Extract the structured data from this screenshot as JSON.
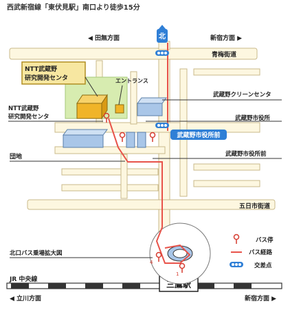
{
  "header": {
    "route_text": "西武新宿線「東伏見駅」南口より徒歩15分"
  },
  "directions": {
    "top_left": "◀ 田無方面",
    "top_right": "新宿方面 ▶",
    "bottom_left": "◀ 立川方面",
    "bottom_right": "新宿方面 ▶",
    "north_label": "北"
  },
  "roads": {
    "ome_kaido": "青梅街道",
    "itsukaichi_kaido": "五日市街道",
    "jr_line": "JR 中央線"
  },
  "places": {
    "ntt_lab_callout": "NTT武蔵野\n研究開発センタ",
    "ntt_lab_label": "NTT武蔵野\n研究開発センタ",
    "entrance": "エントランス",
    "clean_center": "武蔵野クリーンセンタ",
    "city_hall": "武蔵野市役所",
    "bus_stop_name": "武蔵野市役所前",
    "city_hall_mae": "武蔵野市役所前",
    "danchi": "団地",
    "kitaguchi_bus": "北口バス乗場拡大図",
    "station": "三鷹駅"
  },
  "bus_stop_numbers": {
    "stop_1": "1",
    "stop_4": "4"
  },
  "legend": {
    "bus_stop": "バス停",
    "bus_route": "バス経路",
    "intersection": "交差点"
  },
  "colors": {
    "road_fill": "#fdf7e0",
    "road_edge": "#c9b98a",
    "route": "#e8534a",
    "building_blue": "#a9c6e8",
    "ntt_building": "#f0b429",
    "callout_bg": "#f7e7a1",
    "green_area": "#d7ecb0",
    "accent_blue": "#2f7fd6"
  }
}
